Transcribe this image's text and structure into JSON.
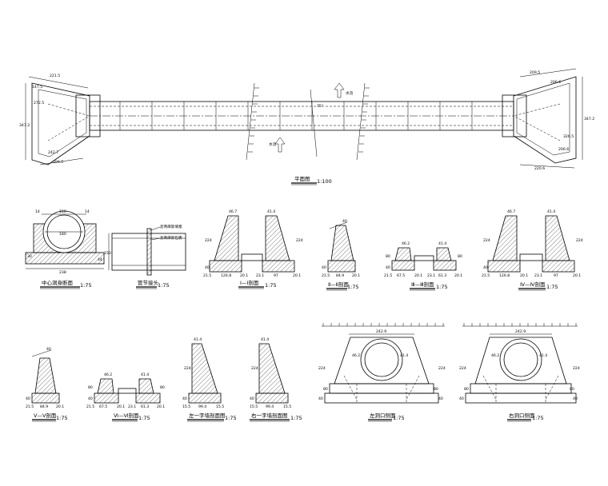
{
  "plan": {
    "title": "平面图",
    "scale": "1:100",
    "dims_left": [
      "221.5",
      "147.5",
      "347.2",
      "272.5",
      "242.7",
      "209.5"
    ],
    "dims_right": [
      "209.5",
      "206.6",
      "347.2",
      "326.5",
      "206.6",
      "220.6"
    ],
    "flow_labels": [
      "水流",
      "水流"
    ],
    "angle": "75°"
  },
  "sections": [
    {
      "title": "中心洞身断面",
      "scale": "1:75",
      "dims": [
        "14",
        "150",
        "14",
        "180",
        "30",
        "44",
        "238"
      ]
    },
    {
      "title": "管节接头",
      "scale": "1:75",
      "dims": [
        "150",
        "沥青麻絮填塞",
        "沥青麻絮包裹"
      ]
    },
    {
      "title": "Ⅰ—Ⅰ剖面",
      "scale": "1:75",
      "dims": [
        "46.7",
        "41.4",
        "224",
        "224",
        "40",
        "126.8",
        "97",
        "20.1",
        "23.1",
        "21.5",
        "20.1"
      ]
    },
    {
      "title": "Ⅱ—Ⅱ剖面",
      "scale": "1:75",
      "dims": [
        "40",
        "40",
        "84.9",
        "21.5",
        "20.1"
      ]
    },
    {
      "title": "Ⅲ—Ⅲ剖面",
      "scale": "1:75",
      "dims": [
        "46.2",
        "41.4",
        "80",
        "80",
        "40",
        "67.5",
        "61.3",
        "20.1",
        "23.1",
        "21.5",
        "20.1"
      ]
    },
    {
      "title": "Ⅳ—Ⅳ剖面",
      "scale": "1:75",
      "dims": [
        "46.7",
        "41.4",
        "224",
        "224",
        "40",
        "126.8",
        "97",
        "20.1",
        "23.1",
        "21.5",
        "20.1"
      ]
    },
    {
      "title": "Ⅴ—Ⅴ剖面",
      "scale": "1:75",
      "dims": [
        "40",
        "40",
        "84.9",
        "21.5",
        "20.1"
      ]
    },
    {
      "title": "Ⅵ—Ⅵ剖面",
      "scale": "1:75",
      "dims": [
        "46.2",
        "41.4",
        "80",
        "80",
        "40",
        "67.5",
        "61.3",
        "20.1",
        "23.1",
        "21.5",
        "20.1"
      ]
    },
    {
      "title": "左一字墙剖面图",
      "scale": "1:75",
      "dims": [
        "41.4",
        "224",
        "40",
        "99.4",
        "15.5",
        "15.5"
      ]
    },
    {
      "title": "右一字墙剖面图",
      "scale": "1:75",
      "dims": [
        "41.4",
        "224",
        "40",
        "99.4",
        "15.5",
        "15.5"
      ]
    },
    {
      "title": "左洞口侧面",
      "scale": "1:75",
      "dims": [
        "242.9",
        "46.2",
        "41.4",
        "224",
        "224",
        "40",
        "40",
        "80",
        "80"
      ]
    },
    {
      "title": "右洞口侧面",
      "scale": "1:75",
      "dims": [
        "242.9",
        "46.2",
        "41.4",
        "224",
        "224",
        "40",
        "40",
        "80",
        "80"
      ]
    }
  ]
}
